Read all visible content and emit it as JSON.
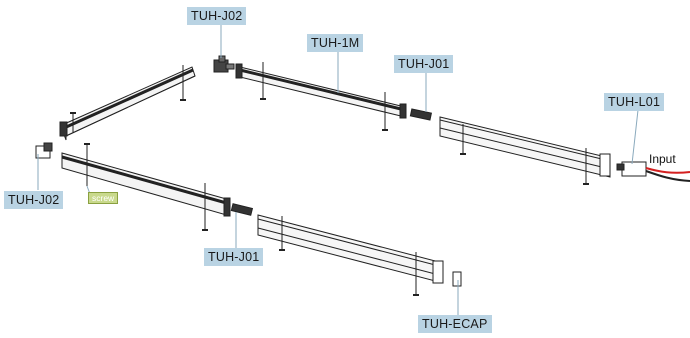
{
  "labels": {
    "tuh_j02_top": "TUH-J02",
    "tuh_1m": "TUH-1M",
    "tuh_j01_top": "TUH-J01",
    "tuh_l01": "TUH-L01",
    "input": "Input",
    "tuh_j02_left": "TUH-J02",
    "screw": "screw",
    "tuh_j01_bottom": "TUH-J01",
    "tuh_ecap": "TUH-ECAP"
  },
  "colors": {
    "label_bg": "#b9d3e3",
    "screw_label_bg": "#c9d98c",
    "profile_stroke": "#222222",
    "cable_red": "#d42020",
    "cable_black": "#222222"
  }
}
